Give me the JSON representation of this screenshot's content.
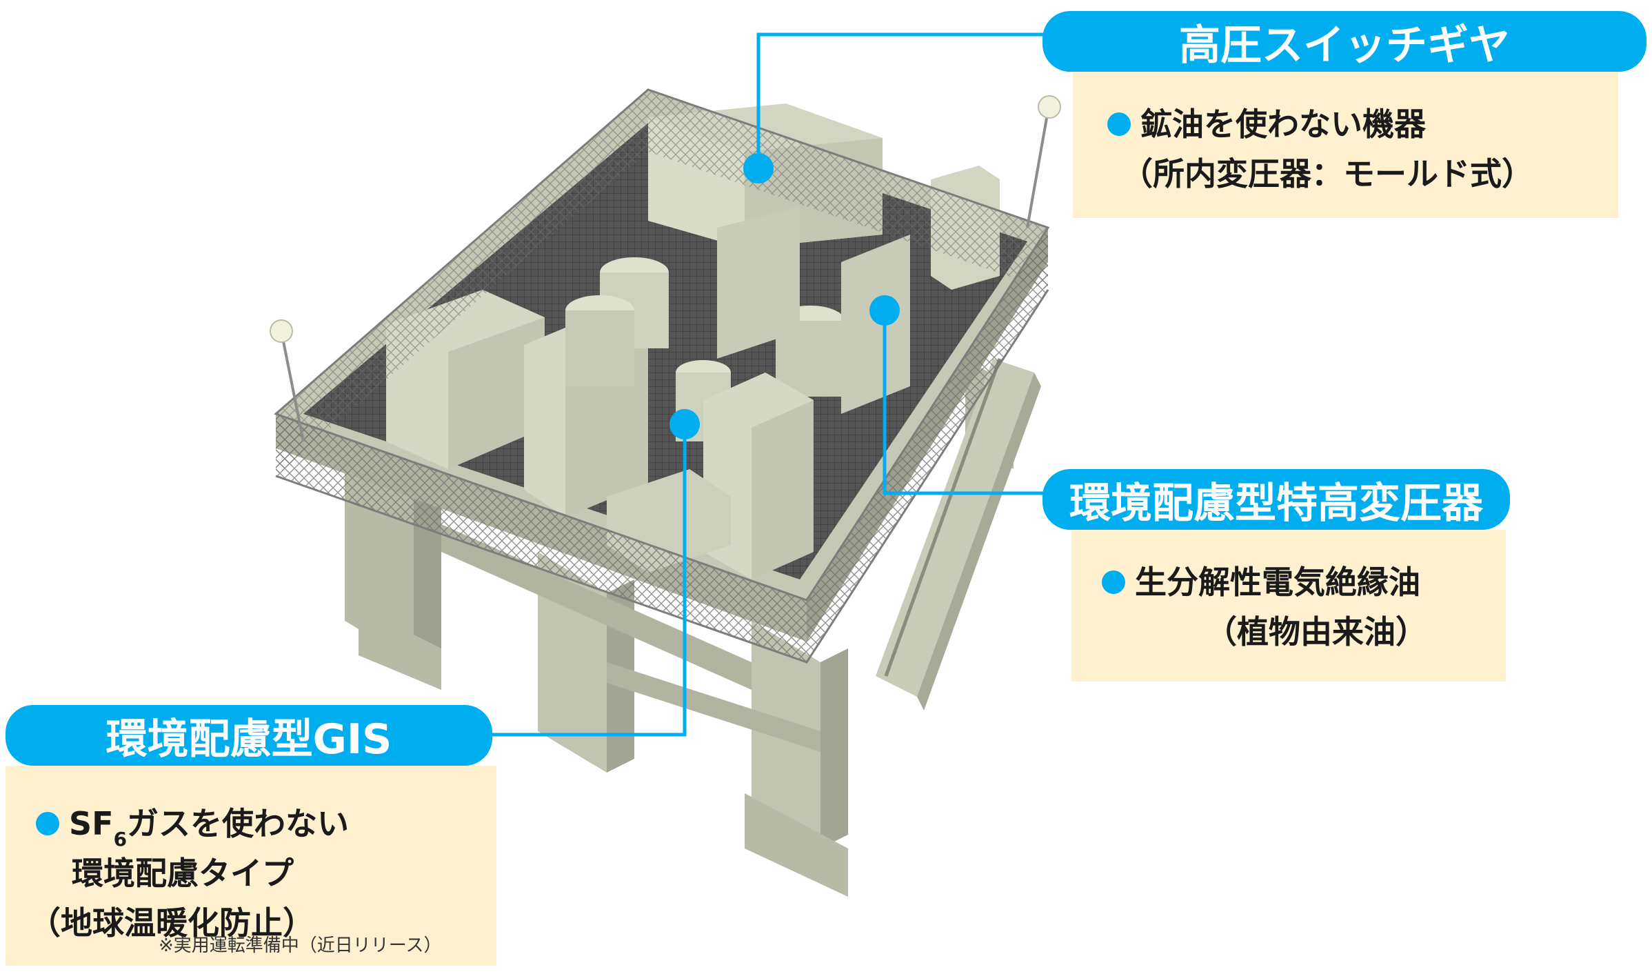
{
  "callouts": {
    "switchgear": {
      "title": "高圧スイッチギヤ",
      "line1": "鉱油を使わない機器",
      "line2": "（所内変圧器：モールド式）"
    },
    "transformer": {
      "title": "環境配慮型特高変圧器",
      "line1": "生分解性電気絶縁油",
      "line2": "（植物由来油）"
    },
    "gis": {
      "title": "環境配慮型GIS",
      "line1_prefix": "SF",
      "line1_sub": "6",
      "line1_suffix": "ガスを使わない",
      "line2": "環境配慮タイプ",
      "line3": "（地球温暖化防止）",
      "note": "※実用運転準備中（近日リリース）"
    }
  },
  "colors": {
    "accent": "#00aeef",
    "box_bg": "#fdf1cf",
    "equipment": "#cdcfbd",
    "structure": "#c2c4b2",
    "deck": "#4a4a4a"
  }
}
